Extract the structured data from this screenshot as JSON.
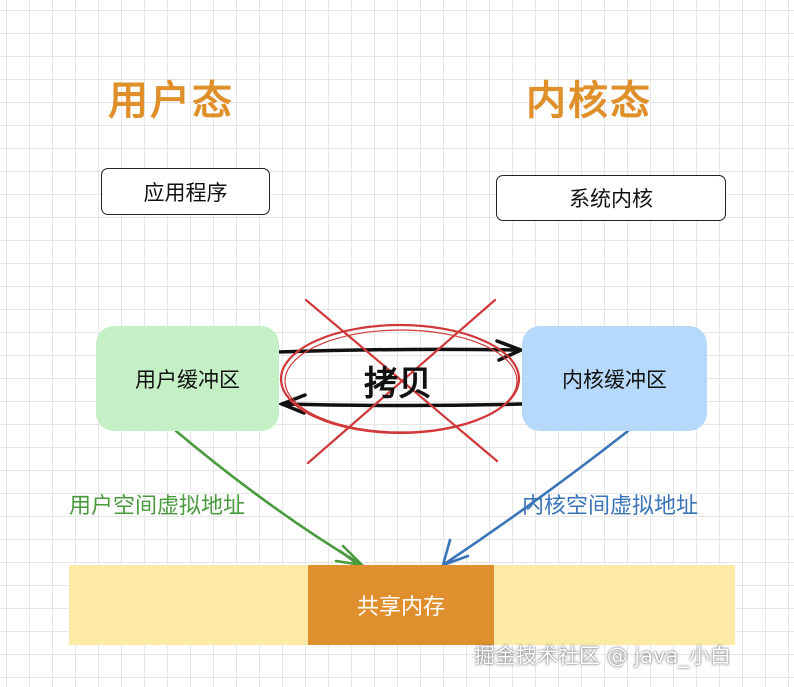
{
  "titles": {
    "user_mode": "用户态",
    "kernel_mode": "内核态"
  },
  "boxes": {
    "application": "应用程序",
    "system_kernel": "系统内核"
  },
  "buffers": {
    "user_buffer": "用户缓冲区",
    "kernel_buffer": "内核缓冲区"
  },
  "copy": {
    "label": "拷贝"
  },
  "virtual_addresses": {
    "user": "用户空间虚拟地址",
    "kernel": "内核空间虚拟地址"
  },
  "memory": {
    "shared_label": "共享内存"
  },
  "watermark": "掘金技术社区 @ java_小白",
  "colors": {
    "title": "#e0902b",
    "user_buffer_fill": "#c5efc4",
    "kernel_buffer_fill": "#b5d8fb",
    "user_arrow": "#4a9a3e",
    "kernel_arrow": "#3a74b8",
    "cross": "#d0393a",
    "memory_bar": "#fdeaa7",
    "shared_memory": "#e08f2f"
  },
  "icons": [
    "arrow-right-icon",
    "arrow-left-icon",
    "cross-out-icon"
  ]
}
